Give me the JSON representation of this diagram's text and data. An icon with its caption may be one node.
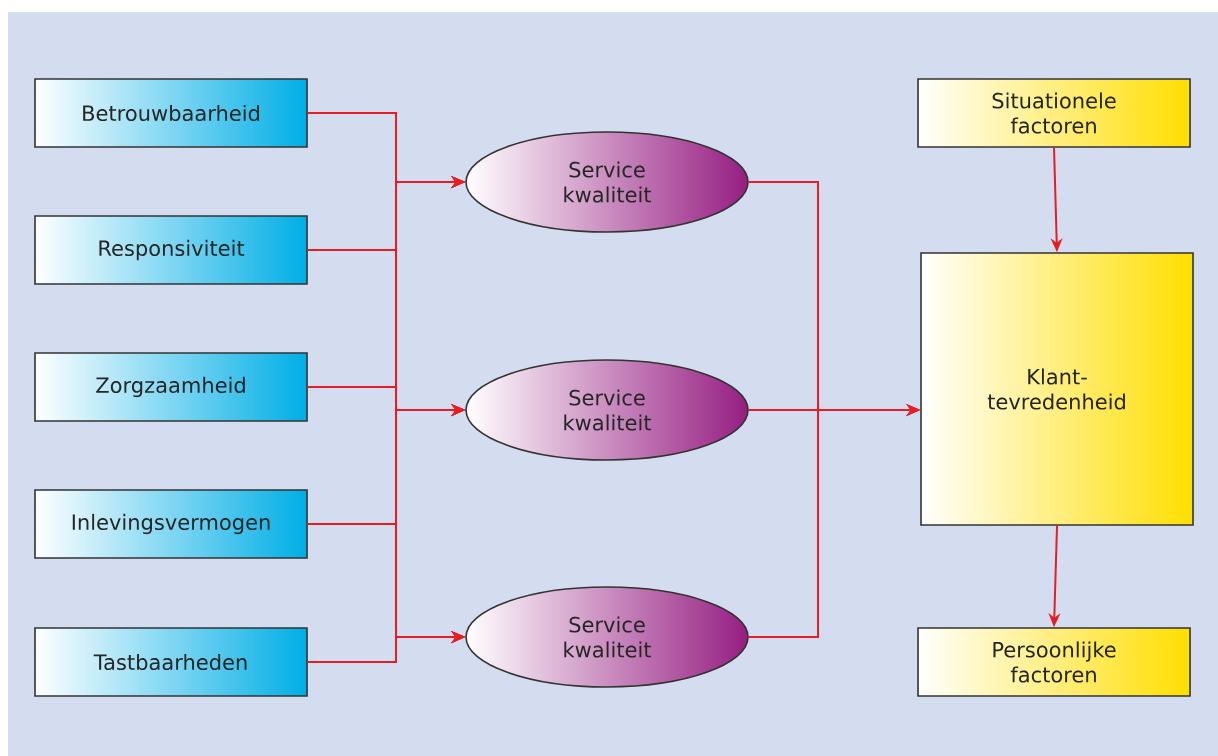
{
  "diagram": {
    "nodes": [
      {
        "text": [
          "Betrouwbaarheid"
        ]
      },
      {
        "text": [
          "Responsiviteit"
        ]
      },
      {
        "text": [
          "Zorgzaamheid"
        ]
      },
      {
        "text": [
          "Inlevingsvermogen"
        ]
      },
      {
        "text": [
          "Tastbaarheden"
        ]
      },
      {
        "text": [
          "Service kwaliteit"
        ]
      },
      {
        "text": [
          "Service kwaliteit"
        ]
      },
      {
        "text": [
          "Service kwaliteit"
        ]
      },
      {
        "text": [
          "Situationele factoren"
        ]
      },
      {
        "text": [
          "Klant- tevredenheid"
        ]
      },
      {
        "text": [
          "Persoonlijke factoren"
        ]
      }
    ],
    "edges": [
      {
        "from": 0,
        "to": 5,
        "arrow": "to"
      },
      {
        "from": 0,
        "to": 6,
        "arrow": "to"
      },
      {
        "from": 0,
        "to": 7,
        "arrow": "to"
      },
      {
        "from": 1,
        "to": 5,
        "arrow": "to"
      },
      {
        "from": 1,
        "to": 6,
        "arrow": "to"
      },
      {
        "from": 1,
        "to": 7,
        "arrow": "to"
      },
      {
        "from": 2,
        "to": 5,
        "arrow": "to"
      },
      {
        "from": 2,
        "to": 6,
        "arrow": "to"
      },
      {
        "from": 2,
        "to": 7,
        "arrow": "to"
      },
      {
        "from": 3,
        "to": 5,
        "arrow": "to"
      },
      {
        "from": 3,
        "to": 6,
        "arrow": "to"
      },
      {
        "from": 3,
        "to": 7,
        "arrow": "to"
      },
      {
        "from": 4,
        "to": 5,
        "arrow": "to"
      },
      {
        "from": 4,
        "to": 6,
        "arrow": "to"
      },
      {
        "from": 4,
        "to": 7,
        "arrow": "to"
      },
      {
        "from": 5,
        "to": 9,
        "arrow": "to"
      },
      {
        "from": 6,
        "to": 9,
        "arrow": "to"
      },
      {
        "from": 7,
        "to": 9,
        "arrow": "to"
      },
      {
        "from": 8,
        "to": 9,
        "arrow": "to"
      },
      {
        "from": 9,
        "to": 10,
        "arrow": "to"
      }
    ]
  }
}
